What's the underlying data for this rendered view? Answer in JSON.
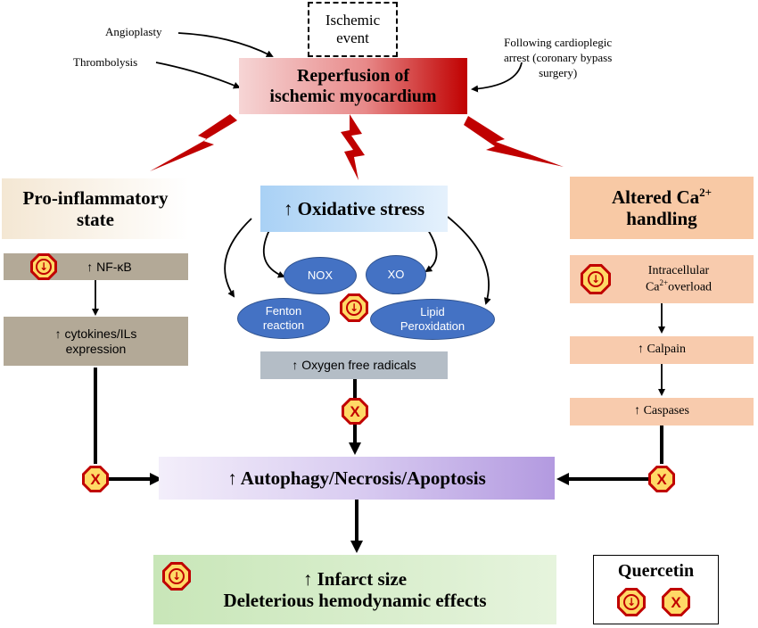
{
  "top": {
    "ischemic_event": "Ischemic event",
    "reperfusion_line1": "Reperfusion of",
    "reperfusion_line2": "ischemic myocardium",
    "angioplasty": "Angioplasty",
    "thrombolysis": "Thrombolysis",
    "cardioplegic_line1": "Following cardioplegic",
    "cardioplegic_line2": "arrest (coronary bypass",
    "cardioplegic_line3": "surgery)"
  },
  "left": {
    "title_line1": "Pro-inflammatory",
    "title_line2": "state",
    "nfkb": "↑ NF-κB",
    "cytokines_line1": "↑ cytokines/ILs",
    "cytokines_line2": "expression"
  },
  "center": {
    "oxidative": "↑ Oxidative stress",
    "nox": "NOX",
    "xo": "XO",
    "fenton_line1": "Fenton",
    "fenton_line2": "reaction",
    "lipid_line1": "Lipid",
    "lipid_line2": "Peroxidation",
    "oxygen_radicals": "↑ Oxygen free radicals"
  },
  "right": {
    "title_prefix": "Altered Ca",
    "title_sup": "2+",
    "title_line2": "handling",
    "intracellular_line1": "Intracellular",
    "ca_prefix": "Ca",
    "ca_sup": "2+",
    "ca_suffix": "overload",
    "calpain": "↑ Calpain",
    "caspases": "↑ Caspases"
  },
  "outcome": {
    "autophagy": "↑ Autophagy/Necrosis/Apoptosis",
    "infarct": "↑ Infarct size",
    "deleterious": "Deleterious hemodynamic effects"
  },
  "legend": {
    "title": "Quercetin"
  },
  "colors": {
    "reperfusion_gradient": [
      "#f6d5d5",
      "#c00000"
    ],
    "left_title_gradient": [
      "#f4e7d3",
      "#ffffff"
    ],
    "oxidative_gradient": [
      "#a9d1f5",
      "#e5f1fc"
    ],
    "right_title": "#f8c9a5",
    "gray_box": "#b3a997",
    "ros_box": "#b4bdc6",
    "peach_box": "#f8cbad",
    "ellipse": "#4472c4",
    "autophagy_gradient": [
      "#f3eefa",
      "#b39ae0"
    ],
    "infarct_box": "#d5ecc9",
    "octagon": "#c00000",
    "octagon_inner": "#ffd966",
    "lightning": "#c00000"
  },
  "icons": [
    "down-arrow-circle-icon",
    "x-icon",
    "lightning-bolt-icon"
  ]
}
